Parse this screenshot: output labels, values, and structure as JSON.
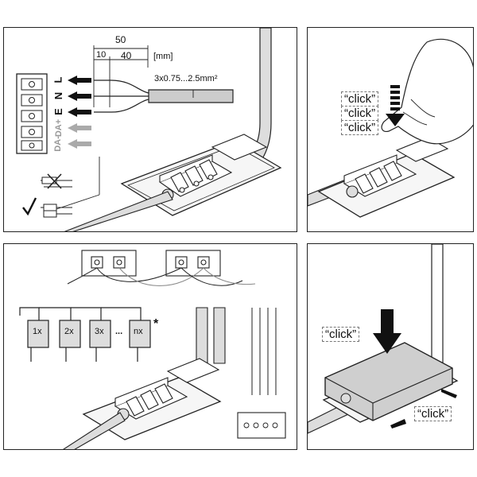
{
  "panel1": {
    "dim_total": "50",
    "dim_strip": "10",
    "dim_insulation": "40",
    "unit": "[mm]",
    "cable_spec": "3x0.75...2.5mm²",
    "terminals": [
      "L",
      "N",
      "E",
      "DA+",
      "DA-"
    ]
  },
  "panel2": {
    "clicks": [
      "“click”",
      "“click”",
      "“click”"
    ]
  },
  "panel3": {
    "modules": [
      "1x",
      "2x",
      "3x",
      "...",
      "nx"
    ],
    "footnote": "*"
  },
  "panel4": {
    "click_top": "“click”",
    "click_side": "“click”"
  },
  "colors": {
    "line": "#222222",
    "grey_arrow": "#aaaaaa",
    "cover": "#cfcfcf"
  }
}
